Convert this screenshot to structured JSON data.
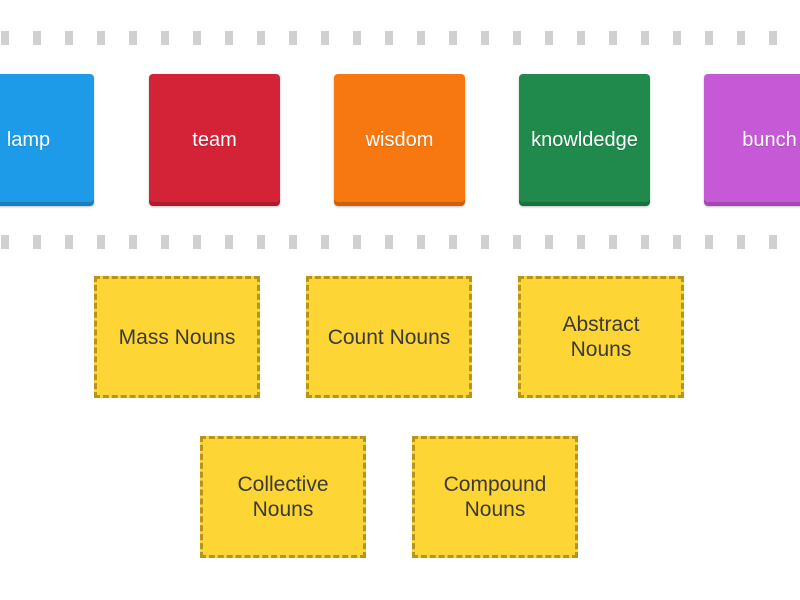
{
  "tiles": [
    {
      "label": "lamp",
      "color": "#1e9be8"
    },
    {
      "label": "team",
      "color": "#d42336"
    },
    {
      "label": "wisdom",
      "color": "#f77810"
    },
    {
      "label": "knowldedge",
      "color": "#1f8a4c"
    },
    {
      "label": "bunch",
      "color": "#c659d6"
    }
  ],
  "targets": [
    {
      "label": "Mass Nouns"
    },
    {
      "label": "Count Nouns"
    },
    {
      "label": "Abstract Nouns"
    },
    {
      "label": "Collective Nouns"
    },
    {
      "label": "Compound Nouns"
    }
  ],
  "colors": {
    "target_fill": "#fdd535",
    "target_border": "#b8941c",
    "rail": "#d0d0d0"
  }
}
